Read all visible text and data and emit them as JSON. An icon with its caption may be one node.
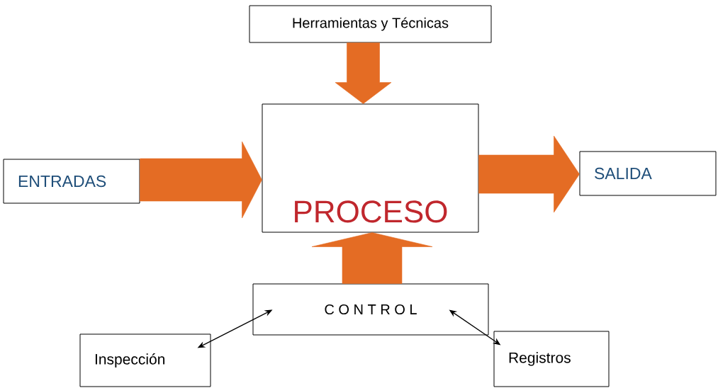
{
  "diagram": {
    "nodes": [
      {
        "text": [
          "Herramientas y Técnicas"
        ]
      },
      {
        "text": [
          "PROCESO"
        ]
      },
      {
        "text": [
          "ENTRADAS"
        ]
      },
      {
        "text": [
          "SALIDA"
        ]
      },
      {
        "text": [
          "C O N T R O L"
        ]
      },
      {
        "text": [
          "Inspección"
        ]
      },
      {
        "text": [
          "Registros"
        ]
      }
    ],
    "edges": [
      {
        "from": 0,
        "to": 1,
        "arrow": "to",
        "style": "thick"
      },
      {
        "from": 2,
        "to": 1,
        "arrow": "to",
        "style": "thick"
      },
      {
        "from": 1,
        "to": 3,
        "arrow": "to",
        "style": "thick"
      },
      {
        "from": 4,
        "to": 1,
        "arrow": "to",
        "style": "thick"
      },
      {
        "from": 4,
        "to": 5,
        "arrow": "both",
        "color": "#000000"
      },
      {
        "from": 4,
        "to": 6,
        "arrow": "both",
        "color": "#000000"
      }
    ]
  }
}
